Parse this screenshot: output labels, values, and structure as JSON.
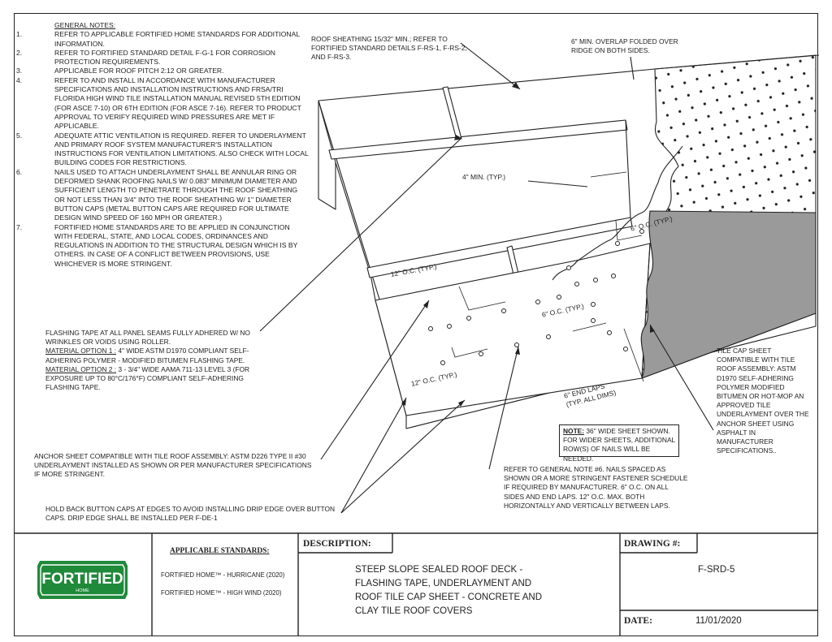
{
  "general_notes": {
    "heading": "GENERAL NOTES:",
    "items": [
      {
        "num": "1.",
        "text": "REFER TO APPLICABLE FORTIFIED HOME STANDARDS FOR ADDITIONAL INFORMATION."
      },
      {
        "num": "2.",
        "text": "REFER TO FORTIFIED STANDARD DETAIL F-G-1 FOR CORROSION PROTECTION REQUIREMENTS."
      },
      {
        "num": "3.",
        "text": "APPLICABLE FOR ROOF PITCH 2:12 OR GREATER."
      },
      {
        "num": "4.",
        "text": "REFER TO AND INSTALL IN ACCORDANCE WITH MANUFACTURER SPECIFICATIONS AND INSTALLATION INSTRUCTIONS AND FRSA/TRI FLORIDA HIGH WIND TILE INSTALLATION MANUAL REVISED 5TH EDITION (FOR ASCE 7-10) OR 6TH EDITION (FOR ASCE 7-16). REFER TO PRODUCT APPROVAL TO VERIFY REQUIRED WIND PRESSURES ARE MET IF APPLICABLE."
      },
      {
        "num": "5.",
        "text": "ADEQUATE ATTIC VENTILATION IS REQUIRED. REFER TO UNDERLAYMENT AND PRIMARY ROOF SYSTEM MANUFACTURER'S INSTALLATION INSTRUCTIONS FOR VENTILATION LIMITATIONS. ALSO CHECK WITH LOCAL BUILDING CODES FOR RESTRICTIONS."
      },
      {
        "num": "6.",
        "text": "NAILS USED TO ATTACH UNDERLAYMENT SHALL BE ANNULAR RING OR DEFORMED SHANK ROOFING NAILS W/ 0.083\" MINIMUM DIAMETER AND SUFFICIENT LENGTH TO PENETRATE THROUGH THE ROOF SHEATHING OR NOT LESS THAN 3/4\" INTO THE ROOF SHEATHING W/ 1\" DIAMETER BUTTON CAPS (METAL BUTTON CAPS ARE REQUIRED FOR ULTIMATE DESIGN WIND SPEED OF 160 MPH OR GREATER.)"
      },
      {
        "num": "7.",
        "text": "FORTIFIED HOME STANDARDS ARE TO BE APPLIED IN CONJUNCTION WITH FEDERAL, STATE, AND LOCAL CODES, ORDINANCES AND REGULATIONS IN ADDITION TO THE STRUCTURAL DESIGN WHICH IS BY OTHERS. IN CASE OF A CONFLICT BETWEEN PROVISIONS, USE WHICHEVER IS MORE STRINGENT."
      }
    ]
  },
  "callouts": {
    "roof_sheathing": "ROOF SHEATHING 15/32\" MIN.; REFER TO FORTIFIED STANDARD DETAILS F-RS-1, F-RS-2, AND F-RS-3.",
    "overlap": "6\" MIN. OVERLAP FOLDED OVER RIDGE ON BOTH SIDES.",
    "four_min": "4\" MIN. (TYP.)",
    "six_oc_top": "6\" O.C. (TYP.)",
    "twelve_oc_top": "12\" O.C. (TYP.)",
    "six_oc_mid": "6\" O.C. (TYP.)",
    "twelve_oc_bottom": "12\" O.C. (TYP.)",
    "end_laps_1": "6\" END LAPS",
    "end_laps_2": "(TYP. ALL DIMS)",
    "flashing_main": "FLASHING TAPE AT ALL PANEL SEAMS FULLY ADHERED W/ NO WRINKLES OR VOIDS USING ROLLER.",
    "opt1_label": "MATERIAL OPTION 1 :",
    "opt1_text": " 4\" WIDE ASTM D1970 COMPLIANT SELF-ADHERING POLYMER - MODIFIED BITUMEN FLASHING TAPE. ",
    "opt2_label": "MATERIAL OPTION 2 :",
    "opt2_text": " 3 - 3/4\" WIDE AAMA 711-13 LEVEL 3 (FOR EXPOSURE UP TO 80°C/176°F) COMPLIANT SELF-ADHERING FLASHING TAPE.",
    "anchor_sheet": "ANCHOR SHEET COMPATIBLE WITH TILE ROOF ASSEMBLY: ASTM D226 TYPE II #30 UNDERLAYMENT INSTALLED AS SHOWN OR PER MANUFACTURER SPECIFICATIONS IF MORE STRINGENT.",
    "hold_back": "HOLD BACK BUTTON CAPS AT EDGES TO AVOID INSTALLING DRIP EDGE OVER BUTTON CAPS. DRIP EDGE SHALL BE INSTALLED PER F-DE-1",
    "refer_note6": "REFER TO GENERAL NOTE #6. NAILS SPACED AS SHOWN OR A MORE STRINGENT FASTENER SCHEDULE IF REQUIRED BY MANUFACTURER. 6\" O.C. ON ALL SIDES AND END LAPS. 12\" O.C. MAX. BOTH HORIZONTALLY AND VERTICALLY BETWEEN LAPS.",
    "tile_cap": "TILE CAP SHEET COMPATIBLE WITH TILE ROOF ASSEMBLY: ASTM D1970 SELF-ADHERING POLYMER MODIFIED BITUMEN OR HOT-MOP AN APPROVED TILE UNDERLAYMENT OVER THE ANCHOR SHEET USING ASPHALT IN MANUFACTURER SPECIFICATIONS..",
    "note_label": "NOTE:",
    "note_text": " 36\" WIDE SHEET SHOWN. FOR WIDER SHEETS, ADDITIONAL ROW(S) OF NAILS WILL BE NEEDED."
  },
  "title_block": {
    "applicable_standards_label": "APPLICABLE STANDARDS:",
    "standards": [
      "FORTIFIED HOME™ - HURRICANE (2020)",
      "FORTIFIED HOME™ - HIGH WIND (2020)"
    ],
    "description_label": "DESCRIPTION:",
    "description": [
      "STEEP SLOPE SEALED ROOF DECK -",
      "FLASHING TAPE, UNDERLAYMENT AND",
      "ROOF TILE CAP SHEET - CONCRETE AND",
      "CLAY TILE ROOF COVERS"
    ],
    "drawing_label": "DRAWING #:",
    "drawing_number": "F-SRD-5",
    "date_label": "DATE:",
    "date": "11/01/2020",
    "logo_text": "FORTIFIED",
    "logo_sub": "HOME",
    "logo_color": "#1f8a3a"
  }
}
